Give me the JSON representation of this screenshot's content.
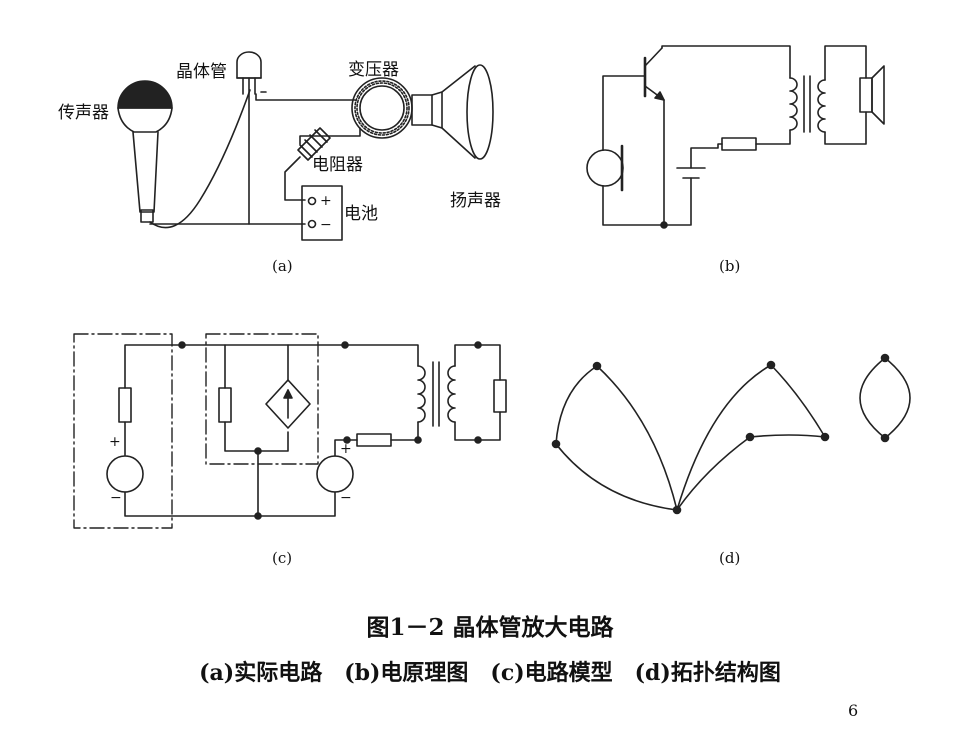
{
  "panel_a": {
    "label": "(a)",
    "microphone": "传声器",
    "transistor": "晶体管",
    "transformer": "变压器",
    "resistor": "电阻器",
    "speaker": "扬声器",
    "battery": "电池",
    "battery_plus": "+",
    "battery_minus": "−"
  },
  "panel_b": {
    "label": "(b)"
  },
  "panel_c": {
    "label": "(c)",
    "plus": "+",
    "minus": "−"
  },
  "panel_d": {
    "label": "(d)"
  },
  "caption": {
    "title": "图1－2 晶体管放大电路",
    "subtitle": "(a)实际电路　(b)电原理图　(c)电路模型　(d)拓扑结构图"
  },
  "page_number": "6"
}
